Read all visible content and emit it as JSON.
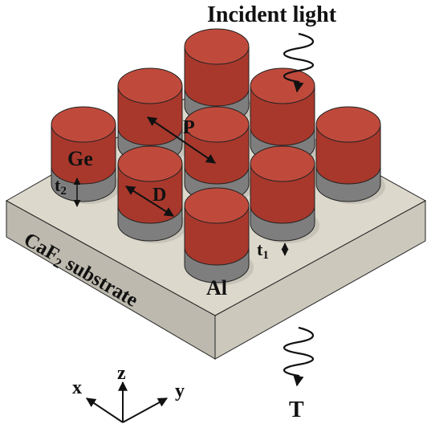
{
  "labels": {
    "incident": "Incident light",
    "transmitted": "T",
    "period": "P",
    "diameter": "D",
    "germanium": "Ge",
    "aluminum": "Al",
    "t2_base": "t",
    "t2_sub": "2",
    "t1_base": "t",
    "t1_sub": "1",
    "substrate_prefix": "CaF",
    "substrate_sub": "2",
    "substrate_suffix": " substrate"
  },
  "axes": {
    "x": "x",
    "y": "y",
    "z": "z"
  },
  "colors": {
    "substrate_top": "#dcd8cc",
    "substrate_left": "#bdb9ae",
    "substrate_right": "#ccc8bc",
    "ge_side": "#a8382c",
    "ge_top": "#bf4a3c",
    "al_side": "#7e7e7e",
    "al_dark": "#5e5e5e",
    "ink": "#111111"
  }
}
